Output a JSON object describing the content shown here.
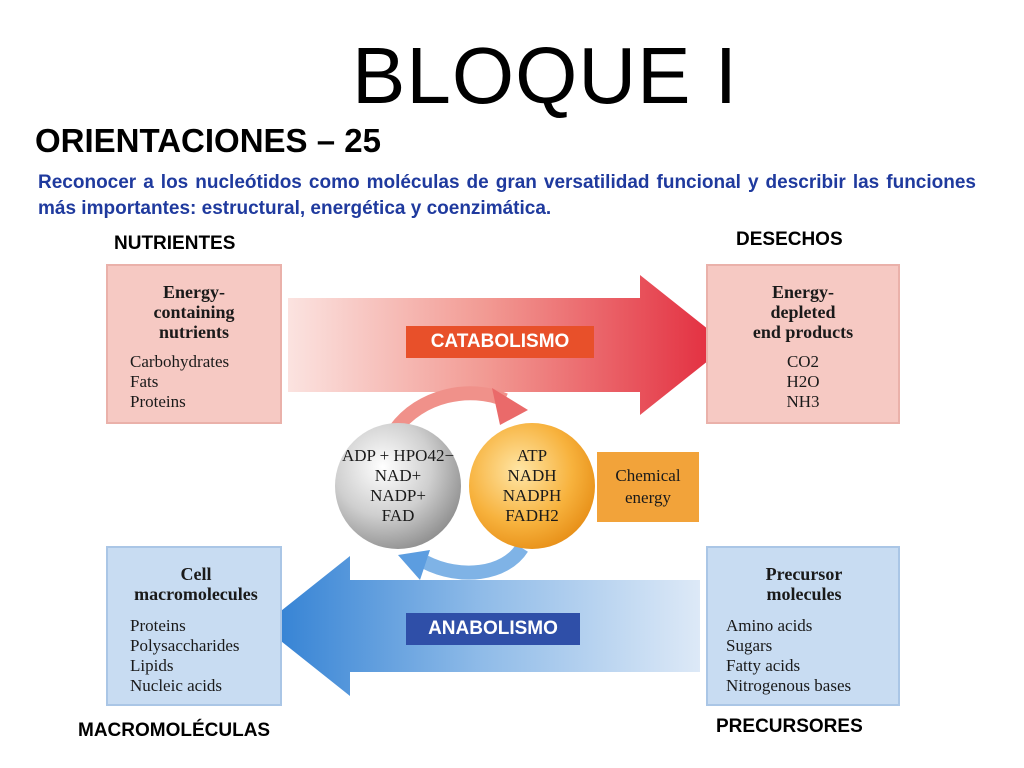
{
  "title": "BLOQUE I",
  "subtitle": "ORIENTACIONES – 25",
  "objective": "Reconocer a los nucleótidos como moléculas de gran versatilidad funcional y describir las funciones más importantes: estructural, energética y coenzimática.",
  "captions": {
    "nutrients": "NUTRIENTES",
    "waste": "DESECHOS",
    "macromolecules": "MACROMOLÉCULAS",
    "precursors": "PRECURSORES"
  },
  "boxes": {
    "nutrients": {
      "heading": [
        "Energy-",
        "containing",
        "nutrients"
      ],
      "items": [
        "Carbohydrates",
        "Fats",
        "Proteins"
      ]
    },
    "end_products": {
      "heading": [
        "Energy-",
        "depleted",
        "end products"
      ],
      "items": [
        "CO2",
        "H2O",
        "NH3"
      ]
    },
    "macromolecules": {
      "heading": [
        "Cell",
        "macromolecules"
      ],
      "items": [
        "Proteins",
        "Polysaccharides",
        "Lipids",
        "Nucleic acids"
      ]
    },
    "precursors": {
      "heading": [
        "Precursor",
        "molecules"
      ],
      "items": [
        "Amino acids",
        "Sugars",
        "Fatty acids",
        "Nitrogenous bases"
      ]
    }
  },
  "labels": {
    "catabolism": "CATABOLISMO",
    "anabolism": "ANABOLISMO"
  },
  "grey_circle": [
    "ADP + HPO42−",
    "NAD+",
    "NADP+",
    "FAD"
  ],
  "orange_circle": [
    "ATP",
    "NADH",
    "NADPH",
    "FADH2"
  ],
  "chemical_energy": [
    "Chemical",
    "energy"
  ],
  "colors": {
    "catabolism_tag": "#e8502a",
    "anabolism_tag": "#2f4fa8",
    "text_blue": "#1f3a9e",
    "pink_box": "#f6c9c3",
    "blue_box": "#c8dcf2",
    "orange": "#f2a33a"
  }
}
